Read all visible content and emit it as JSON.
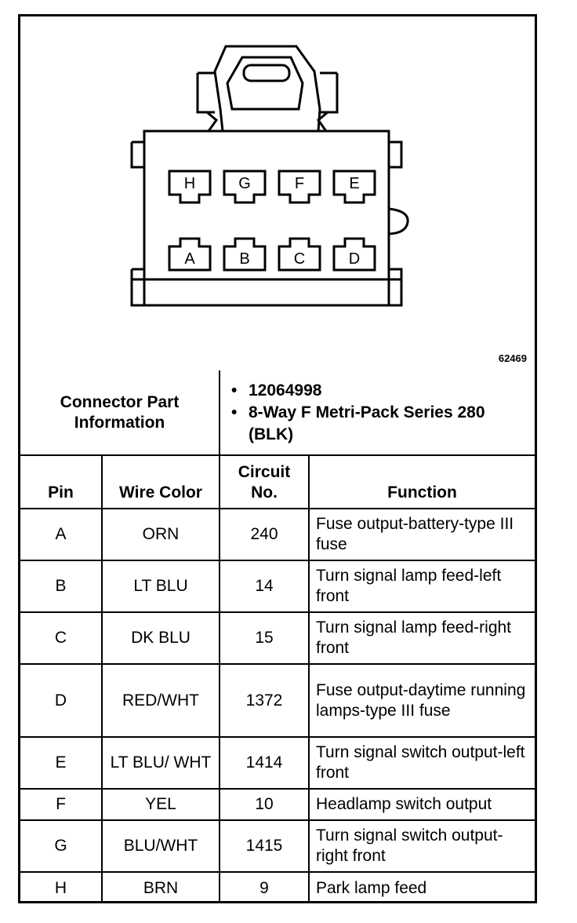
{
  "figure_id": "62469",
  "connector": {
    "pins_top_row": [
      "H",
      "G",
      "F",
      "E"
    ],
    "pins_bottom_row": [
      "A",
      "B",
      "C",
      "D"
    ]
  },
  "info": {
    "label_line1": "Connector Part",
    "label_line2": "Information",
    "items": [
      "12064998",
      "8-Way F Metri-Pack Series 280 (BLK)"
    ]
  },
  "headers": {
    "pin": "Pin",
    "wire_color": "Wire Color",
    "circuit_line1": "Circuit",
    "circuit_line2": "No.",
    "function": "Function"
  },
  "rows": [
    {
      "pin": "A",
      "wire": "ORN",
      "circuit": "240",
      "function": "Fuse output-battery-type III fuse"
    },
    {
      "pin": "B",
      "wire": "LT BLU",
      "circuit": "14",
      "function": "Turn signal lamp feed-left front"
    },
    {
      "pin": "C",
      "wire": "DK BLU",
      "circuit": "15",
      "function": "Turn signal lamp feed-right front"
    },
    {
      "pin": "D",
      "wire": "RED/WHT",
      "circuit": "1372",
      "function": "Fuse output-daytime running lamps-type III fuse"
    },
    {
      "pin": "E",
      "wire": "LT BLU/ WHT",
      "circuit": "1414",
      "function": "Turn signal switch output-left front"
    },
    {
      "pin": "F",
      "wire": "YEL",
      "circuit": "10",
      "function": "Headlamp switch output"
    },
    {
      "pin": "G",
      "wire": "BLU/WHT",
      "circuit": "1415",
      "function": "Turn signal switch output-right front"
    },
    {
      "pin": "H",
      "wire": "BRN",
      "circuit": "9",
      "function": "Park lamp feed"
    }
  ]
}
